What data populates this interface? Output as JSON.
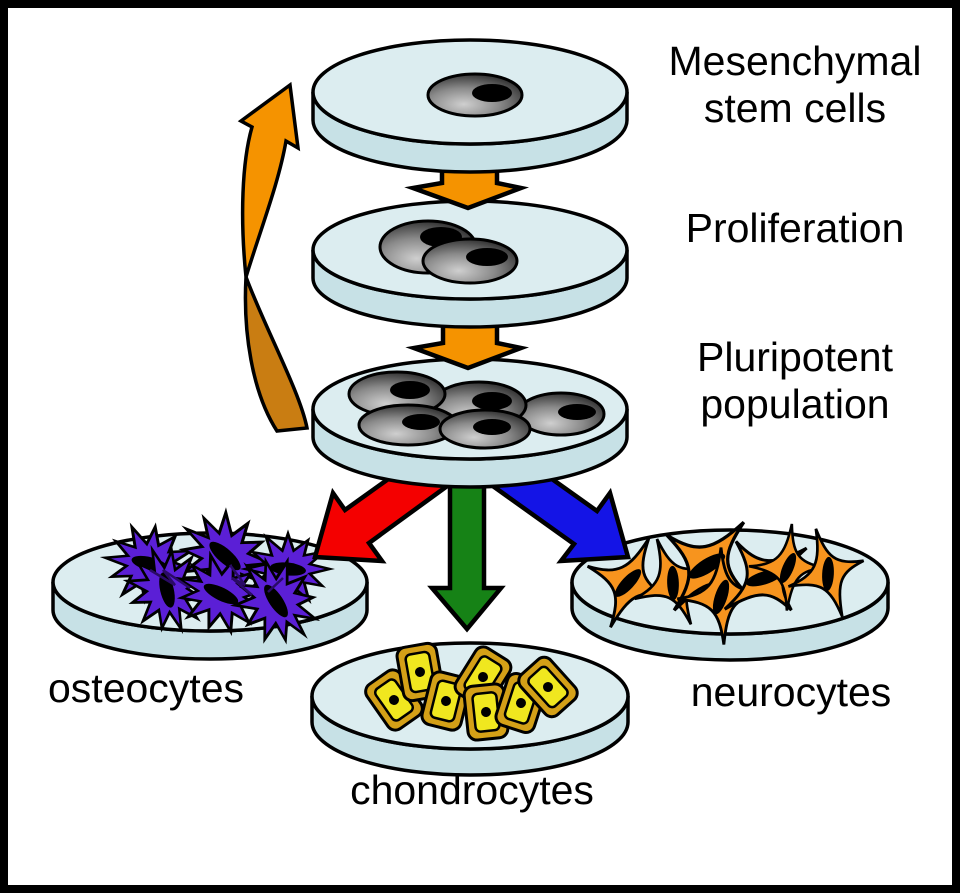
{
  "diagram": {
    "labels": {
      "mesenchymal": {
        "line1": "Mesenchymal",
        "line2": "stem cells"
      },
      "proliferation": "Proliferation",
      "pluripotent": {
        "line1": "Pluripotent",
        "line2": "population"
      },
      "osteocytes": "osteocytes",
      "chondrocytes": "chondrocytes",
      "neurocytes": "neurocytes"
    },
    "colors": {
      "background": "#FFFFFF",
      "frame": "#000000",
      "dish_top": "#DCEDF0",
      "dish_side": "#C7E1E6",
      "arrow_orange": "#F59300",
      "arrow_orange_dark": "#C97D12",
      "arrow_red": "#F40000",
      "arrow_green": "#168216",
      "arrow_blue": "#1414E6",
      "osteocyte_purple": "#5B1FD6",
      "neurocyte_orange": "#F7941E",
      "chondrocyte_border": "#D4A017",
      "chondrocyte_fill": "#F0E71F",
      "cell_nucleus": "#000000"
    }
  }
}
